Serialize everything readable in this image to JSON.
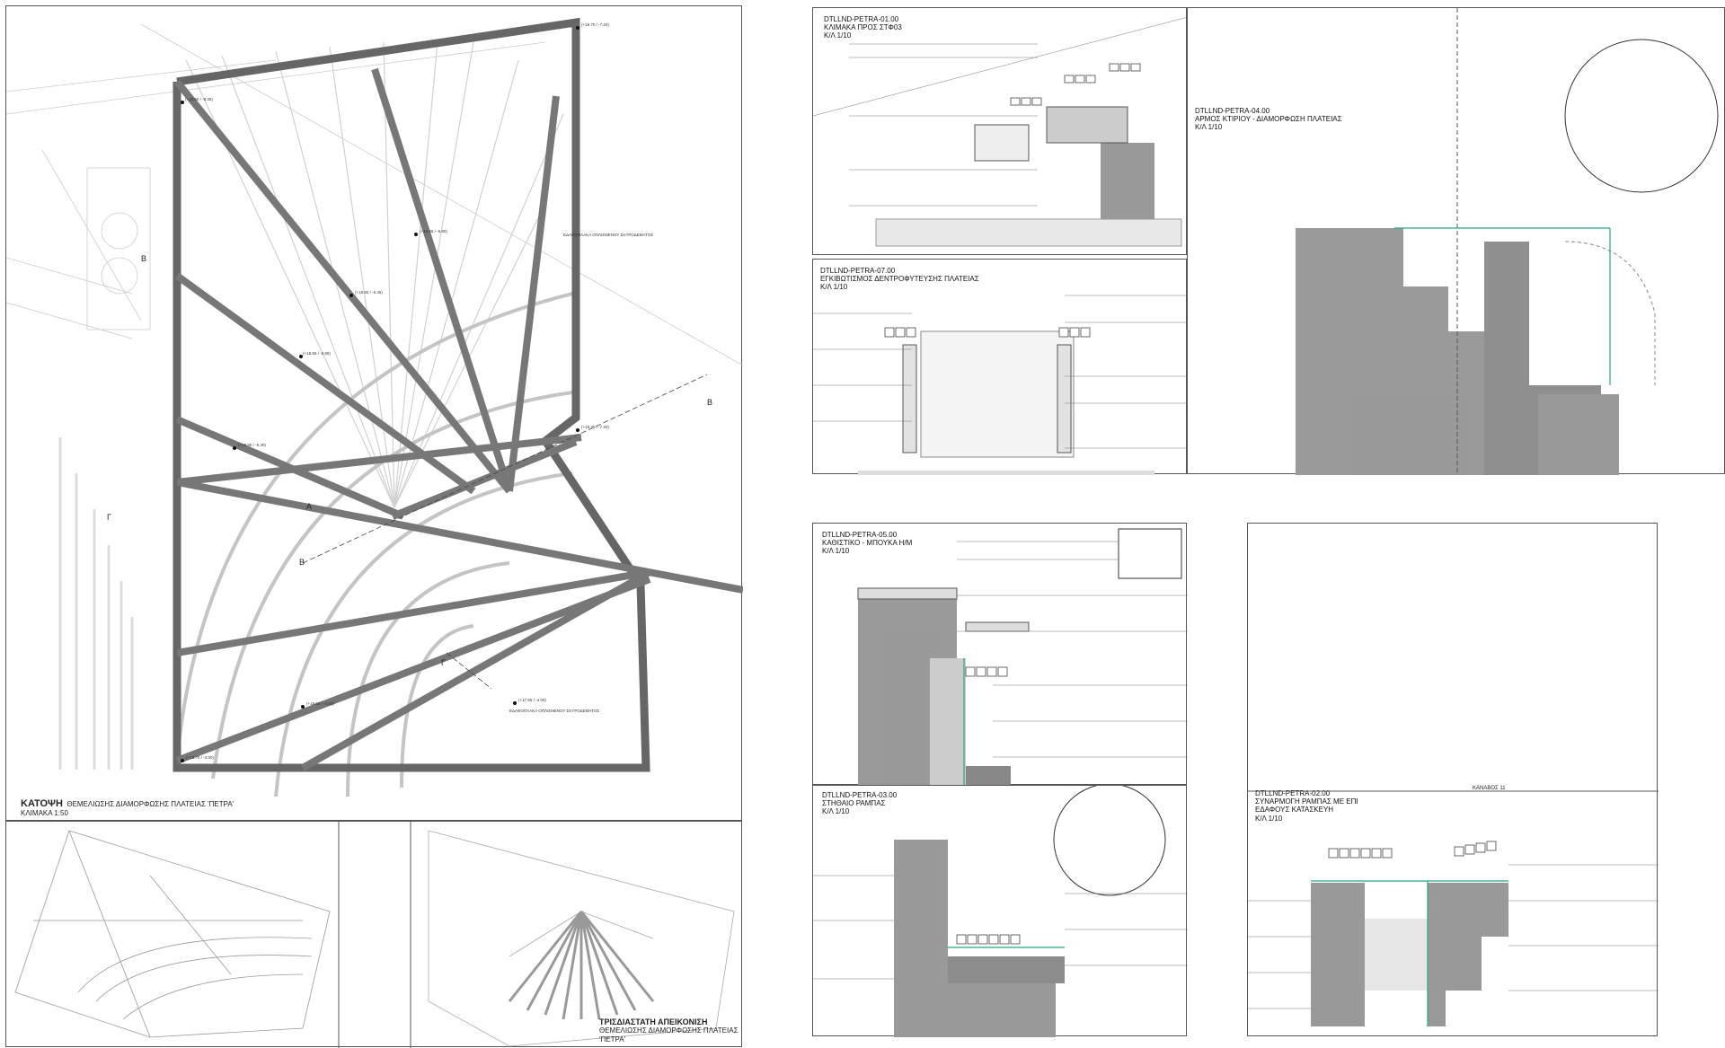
{
  "plan": {
    "title": "ΚΑΤΟΨΗ",
    "subtitle": "ΘΕΜΕΛΙΩΣΗΣ ΔΙΑΜΟΡΦΩΣΗΣ ΠΛΑΤΕΙΑΣ 'ΠΕΤΡΑ'",
    "scale": "ΚΛΙΜΑΚΑ 1:50",
    "notes": [
      "ΕΔΑΦΟΠΛΑΚΑ ΟΠΛΙΣΜΕΝΟΥ ΣΚΥΡΟΔΕΜΑΤΟΣ",
      "ΕΔΑΦΟΠΛΑΚΑ ΟΠΛΙΣΜΕΝΟΥ ΣΚΥΡΟΔΕΜΑΤΟΣ"
    ],
    "section_marks": [
      "B",
      "A",
      "B",
      "Γ",
      "Γ",
      "B"
    ]
  },
  "view3d": {
    "title": "ΤΡΙΣΔΙΑΣΤΑΤΗ ΑΠΕΙΚΟΝΙΣΗ",
    "subtitle": "ΘΕΜΕΛΙΩΣΗΣ ΔΙΑΜΟΡΦΩΣΗΣ ΠΛΑΤΕΙΑΣ 'ΠΕΤΡΑ'"
  },
  "details": [
    {
      "id": "DTLLND-PETRA-01.00",
      "name": "ΚΛΙΜΑΚΑ ΠΡΟΣ ΣΤΦ03",
      "scale": "Κ/Λ 1/10"
    },
    {
      "id": "DTLLND-PETRA-04.00",
      "name": "ΑΡΜΟΣ ΚΤΙΡΙΟΥ - ΔΙΑΜΟΡΦΩΣΗ ΠΛΑΤΕΙΑΣ",
      "scale": "Κ/Λ 1/10"
    },
    {
      "id": "DTLLND-PETRA-07.00",
      "name": "ΕΓΚΙΒΩΤΙΣΜΟΣ ΔΕΝΤΡΟΦΥΤΕΥΣΗΣ ΠΛΑΤΕΙΑΣ",
      "scale": "Κ/Λ 1/10"
    },
    {
      "id": "DTLLND-PETRA-05.00",
      "name": "ΚΑΘΙΣΤΙΚΟ - ΜΠΟΥΚΑ Η/Μ",
      "scale": "Κ/Λ 1/10"
    },
    {
      "id": "DTLLND-PETRA-03.00",
      "name": "ΣΤΗΘΑΙΟ ΡΑΜΠΑΣ",
      "scale": "Κ/Λ 1/10"
    },
    {
      "id": "DTLLND-PETRA-02.00",
      "name": "ΣΥΝΑΡΜΟΓΗ ΡΑΜΠΑΣ ΜΕ ΕΠΙ ΕΔΑΦΟΥΣ ΚΑΤΑΣΚΕΥΗ",
      "scale": "Κ/Λ 1/10",
      "note": "ΚΑΝΑΒΟΣ 11"
    }
  ]
}
